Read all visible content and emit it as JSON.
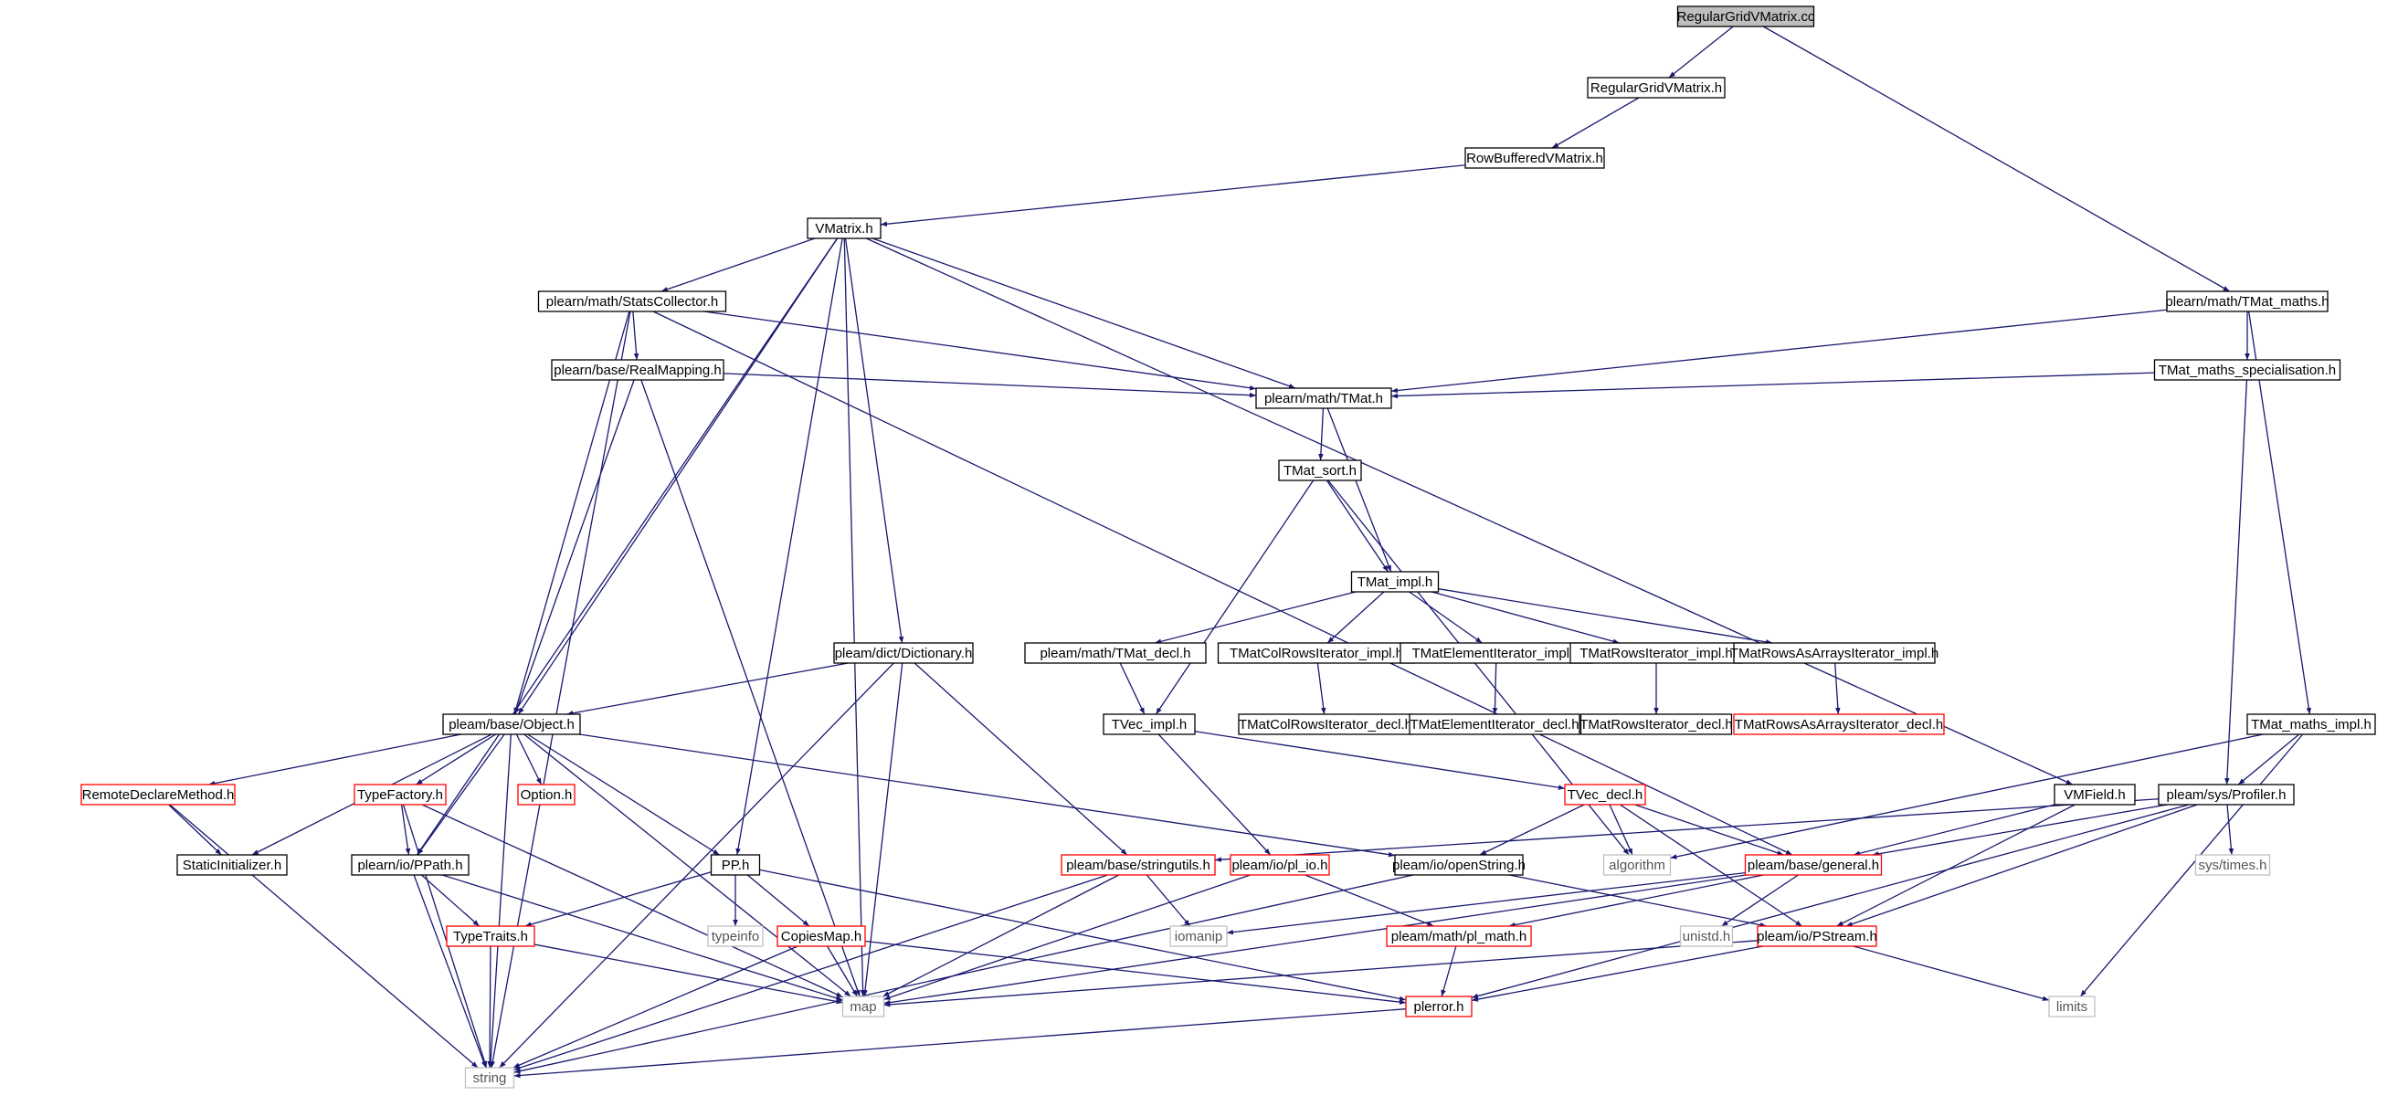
{
  "colors": {
    "edge": "#191970",
    "border_normal": "#000000",
    "border_truncated": "#ff0000",
    "border_system": "#bfbfbf",
    "root_fill": "#bfbfbf",
    "text": "#000000",
    "system_text": "#555555"
  },
  "nodes": [
    {
      "id": "n0",
      "label": "RegularGridVMatrix.cc",
      "style": "root"
    },
    {
      "id": "n1",
      "label": "RegularGridVMatrix.h",
      "style": "normal"
    },
    {
      "id": "n2",
      "label": "RowBufferedVMatrix.h",
      "style": "normal"
    },
    {
      "id": "n3",
      "label": "VMatrix.h",
      "style": "normal"
    },
    {
      "id": "n4",
      "label": "plearn/math/StatsCollector.h",
      "style": "normal"
    },
    {
      "id": "n5",
      "label": "plearn/base/RealMapping.h",
      "style": "normal"
    },
    {
      "id": "n6",
      "label": "plearn/math/TMat.h",
      "style": "normal"
    },
    {
      "id": "n7",
      "label": "TMat_sort.h",
      "style": "normal"
    },
    {
      "id": "n8",
      "label": "TMat_impl.h",
      "style": "normal"
    },
    {
      "id": "n9",
      "label": "pleam/dict/Dictionary.h",
      "style": "normal"
    },
    {
      "id": "n10",
      "label": "pleam/math/TMat_decl.h",
      "style": "normal"
    },
    {
      "id": "n11",
      "label": "TMatColRowsIterator_impl.h",
      "style": "normal"
    },
    {
      "id": "n12",
      "label": "TMatElementIterator_impl.h",
      "style": "normal"
    },
    {
      "id": "n13",
      "label": "TMatRowsIterator_impl.h",
      "style": "normal"
    },
    {
      "id": "n14",
      "label": "TMatRowsAsArraysIterator_impl.h",
      "style": "normal"
    },
    {
      "id": "n15",
      "label": "plearn/math/TMat_maths.h",
      "style": "normal"
    },
    {
      "id": "n16",
      "label": "TMat_maths_specialisation.h",
      "style": "normal"
    },
    {
      "id": "n17",
      "label": "TMat_maths_impl.h",
      "style": "normal"
    },
    {
      "id": "n18",
      "label": "pleam/base/Object.h",
      "style": "normal"
    },
    {
      "id": "n19",
      "label": "TVec_impl.h",
      "style": "normal"
    },
    {
      "id": "n20",
      "label": "TMatColRowsIterator_decl.h",
      "style": "normal"
    },
    {
      "id": "n21",
      "label": "TMatElementIterator_decl.h",
      "style": "normal"
    },
    {
      "id": "n22",
      "label": "TMatRowsIterator_decl.h",
      "style": "normal"
    },
    {
      "id": "n23",
      "label": "TMatRowsAsArraysIterator_decl.h",
      "style": "truncated"
    },
    {
      "id": "n24",
      "label": "RemoteDeclareMethod.h",
      "style": "truncated"
    },
    {
      "id": "n25",
      "label": "TypeFactory.h",
      "style": "truncated"
    },
    {
      "id": "n26",
      "label": "Option.h",
      "style": "truncated"
    },
    {
      "id": "n27",
      "label": "TVec_decl.h",
      "style": "truncated"
    },
    {
      "id": "n28",
      "label": "VMField.h",
      "style": "normal"
    },
    {
      "id": "n29",
      "label": "pleam/sys/Profiler.h",
      "style": "normal"
    },
    {
      "id": "n30",
      "label": "StaticInitializer.h",
      "style": "normal"
    },
    {
      "id": "n31",
      "label": "plearn/io/PPath.h",
      "style": "normal"
    },
    {
      "id": "n32",
      "label": "PP.h",
      "style": "normal"
    },
    {
      "id": "n33",
      "label": "pleam/base/stringutils.h",
      "style": "truncated"
    },
    {
      "id": "n34",
      "label": "pleam/io/pl_io.h",
      "style": "truncated"
    },
    {
      "id": "n35",
      "label": "pleam/io/openString.h",
      "style": "normal"
    },
    {
      "id": "n36",
      "label": "algorithm",
      "style": "system"
    },
    {
      "id": "n37",
      "label": "pleam/base/general.h",
      "style": "truncated"
    },
    {
      "id": "n38",
      "label": "sys/times.h",
      "style": "system"
    },
    {
      "id": "n39",
      "label": "TypeTraits.h",
      "style": "truncated"
    },
    {
      "id": "n40",
      "label": "typeinfo",
      "style": "system"
    },
    {
      "id": "n41",
      "label": "CopiesMap.h",
      "style": "truncated"
    },
    {
      "id": "n42",
      "label": "iomanip",
      "style": "system"
    },
    {
      "id": "n43",
      "label": "pleam/math/pl_math.h",
      "style": "truncated"
    },
    {
      "id": "n44",
      "label": "unistd.h",
      "style": "system"
    },
    {
      "id": "n45",
      "label": "pleam/io/PStream.h",
      "style": "truncated"
    },
    {
      "id": "n46",
      "label": "map",
      "style": "system"
    },
    {
      "id": "n47",
      "label": "plerror.h",
      "style": "truncated"
    },
    {
      "id": "n48",
      "label": "limits",
      "style": "system"
    },
    {
      "id": "n49",
      "label": "string",
      "style": "system"
    }
  ],
  "edges": [
    [
      "n0",
      "n1"
    ],
    [
      "n0",
      "n15"
    ],
    [
      "n1",
      "n2"
    ],
    [
      "n2",
      "n3"
    ],
    [
      "n3",
      "n4"
    ],
    [
      "n3",
      "n6"
    ],
    [
      "n3",
      "n9"
    ],
    [
      "n3",
      "n18"
    ],
    [
      "n3",
      "n31"
    ],
    [
      "n3",
      "n32"
    ],
    [
      "n3",
      "n46"
    ],
    [
      "n3",
      "n28"
    ],
    [
      "n4",
      "n5"
    ],
    [
      "n4",
      "n6"
    ],
    [
      "n4",
      "n18"
    ],
    [
      "n4",
      "n49"
    ],
    [
      "n4",
      "n37"
    ],
    [
      "n5",
      "n6"
    ],
    [
      "n5",
      "n18"
    ],
    [
      "n5",
      "n46"
    ],
    [
      "n15",
      "n6"
    ],
    [
      "n15",
      "n16"
    ],
    [
      "n15",
      "n17"
    ],
    [
      "n16",
      "n6"
    ],
    [
      "n16",
      "n29"
    ],
    [
      "n6",
      "n7"
    ],
    [
      "n6",
      "n8"
    ],
    [
      "n7",
      "n8"
    ],
    [
      "n7",
      "n19"
    ],
    [
      "n7",
      "n36"
    ],
    [
      "n8",
      "n10"
    ],
    [
      "n8",
      "n11"
    ],
    [
      "n8",
      "n12"
    ],
    [
      "n8",
      "n13"
    ],
    [
      "n8",
      "n14"
    ],
    [
      "n10",
      "n19"
    ],
    [
      "n11",
      "n20"
    ],
    [
      "n12",
      "n21"
    ],
    [
      "n13",
      "n22"
    ],
    [
      "n14",
      "n23"
    ],
    [
      "n9",
      "n18"
    ],
    [
      "n9",
      "n33"
    ],
    [
      "n9",
      "n46"
    ],
    [
      "n9",
      "n49"
    ],
    [
      "n17",
      "n29"
    ],
    [
      "n17",
      "n36"
    ],
    [
      "n17",
      "n48"
    ],
    [
      "n19",
      "n27"
    ],
    [
      "n19",
      "n34"
    ],
    [
      "n18",
      "n24"
    ],
    [
      "n18",
      "n25"
    ],
    [
      "n18",
      "n26"
    ],
    [
      "n18",
      "n30"
    ],
    [
      "n18",
      "n31"
    ],
    [
      "n18",
      "n32"
    ],
    [
      "n18",
      "n35"
    ],
    [
      "n18",
      "n46"
    ],
    [
      "n18",
      "n49"
    ],
    [
      "n24",
      "n30"
    ],
    [
      "n24",
      "n49"
    ],
    [
      "n25",
      "n31"
    ],
    [
      "n25",
      "n46"
    ],
    [
      "n25",
      "n49"
    ],
    [
      "n27",
      "n35"
    ],
    [
      "n27",
      "n36"
    ],
    [
      "n27",
      "n37"
    ],
    [
      "n27",
      "n45"
    ],
    [
      "n28",
      "n37"
    ],
    [
      "n28",
      "n45"
    ],
    [
      "n29",
      "n33"
    ],
    [
      "n29",
      "n37"
    ],
    [
      "n29",
      "n38"
    ],
    [
      "n29",
      "n45"
    ],
    [
      "n29",
      "n47"
    ],
    [
      "n31",
      "n39"
    ],
    [
      "n31",
      "n46"
    ],
    [
      "n31",
      "n49"
    ],
    [
      "n32",
      "n39"
    ],
    [
      "n32",
      "n40"
    ],
    [
      "n32",
      "n41"
    ],
    [
      "n32",
      "n47"
    ],
    [
      "n33",
      "n42"
    ],
    [
      "n33",
      "n46"
    ],
    [
      "n33",
      "n49"
    ],
    [
      "n34",
      "n43"
    ],
    [
      "n34",
      "n46"
    ],
    [
      "n35",
      "n45"
    ],
    [
      "n35",
      "n49"
    ],
    [
      "n37",
      "n42"
    ],
    [
      "n37",
      "n43"
    ],
    [
      "n37",
      "n44"
    ],
    [
      "n37",
      "n46"
    ],
    [
      "n39",
      "n46"
    ],
    [
      "n39",
      "n49"
    ],
    [
      "n41",
      "n46"
    ],
    [
      "n41",
      "n47"
    ],
    [
      "n41",
      "n49"
    ],
    [
      "n43",
      "n47"
    ],
    [
      "n45",
      "n46"
    ],
    [
      "n45",
      "n47"
    ],
    [
      "n45",
      "n48"
    ],
    [
      "n47",
      "n49"
    ]
  ]
}
